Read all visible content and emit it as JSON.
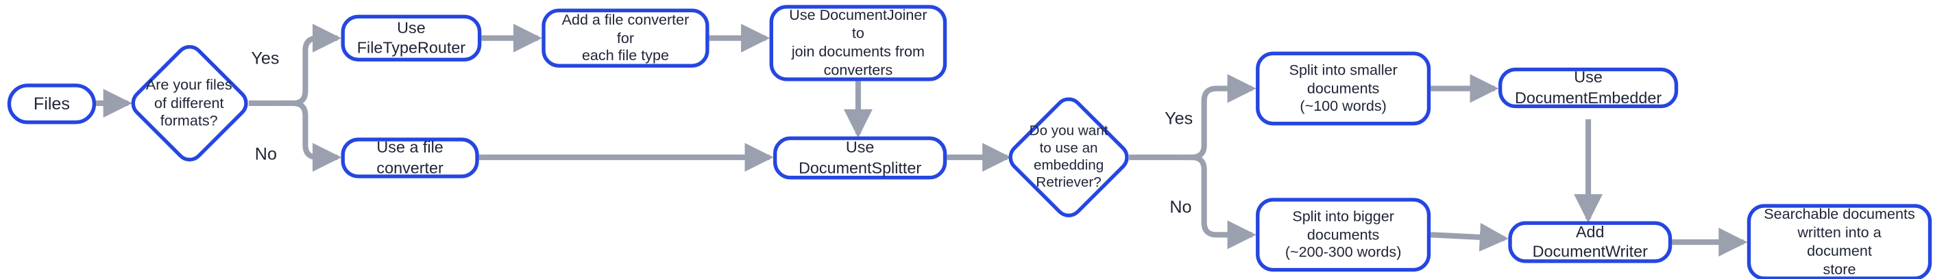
{
  "diagram": {
    "type": "flowchart",
    "title": "",
    "direction": "left-to-right",
    "colors": {
      "node_border": "#2546E0",
      "node_fill": "#FFFFFF",
      "node_text": "#1F2436",
      "edge": "#9AA0AE",
      "edge_label_text": "#222634",
      "background": "#FFFFFF"
    },
    "nodes": [
      {
        "id": "files",
        "shape": "pill",
        "label": "Files"
      },
      {
        "id": "q-formats",
        "shape": "diamond",
        "label": "Are your files\nof different\nformats?"
      },
      {
        "id": "filetyperouter",
        "shape": "rounded",
        "label": "Use FileTypeRouter"
      },
      {
        "id": "add-converters",
        "shape": "rounded",
        "label": "Add a file converter for\neach file type"
      },
      {
        "id": "documentjoiner",
        "shape": "rounded",
        "label": "Use DocumentJoiner to\njoin documents from\nconverters"
      },
      {
        "id": "file-converter",
        "shape": "rounded",
        "label": "Use a file converter"
      },
      {
        "id": "documentsplitter",
        "shape": "rounded",
        "label": "Use DocumentSplitter"
      },
      {
        "id": "q-retriever",
        "shape": "diamond",
        "label": "Do you want\nto use an\nembedding\nRetriever?"
      },
      {
        "id": "split-smaller",
        "shape": "rounded",
        "label": "Split into smaller\ndocuments\n(~100 words)"
      },
      {
        "id": "documentembedder",
        "shape": "rounded",
        "label": "Use DocumentEmbedder"
      },
      {
        "id": "split-bigger",
        "shape": "rounded",
        "label": "Split into bigger\ndocuments\n(~200-300 words)"
      },
      {
        "id": "documentwriter",
        "shape": "rounded",
        "label": "Add DocumentWriter"
      },
      {
        "id": "searchable-docs",
        "shape": "rounded",
        "label": "Searchable documents\nwritten into a document\nstore"
      }
    ],
    "edges": [
      {
        "from": "files",
        "to": "q-formats",
        "label": ""
      },
      {
        "from": "q-formats",
        "to": "filetyperouter",
        "label": "Yes"
      },
      {
        "from": "q-formats",
        "to": "file-converter",
        "label": "No"
      },
      {
        "from": "filetyperouter",
        "to": "add-converters",
        "label": ""
      },
      {
        "from": "add-converters",
        "to": "documentjoiner",
        "label": ""
      },
      {
        "from": "documentjoiner",
        "to": "documentsplitter",
        "label": ""
      },
      {
        "from": "file-converter",
        "to": "documentsplitter",
        "label": ""
      },
      {
        "from": "documentsplitter",
        "to": "q-retriever",
        "label": ""
      },
      {
        "from": "q-retriever",
        "to": "split-smaller",
        "label": "Yes"
      },
      {
        "from": "q-retriever",
        "to": "split-bigger",
        "label": "No"
      },
      {
        "from": "split-smaller",
        "to": "documentembedder",
        "label": ""
      },
      {
        "from": "documentembedder",
        "to": "documentwriter",
        "label": ""
      },
      {
        "from": "split-bigger",
        "to": "documentwriter",
        "label": ""
      },
      {
        "from": "documentwriter",
        "to": "searchable-docs",
        "label": ""
      }
    ],
    "edge_labels": {
      "formats_yes": "Yes",
      "formats_no": "No",
      "retriever_yes": "Yes",
      "retriever_no": "No"
    }
  }
}
